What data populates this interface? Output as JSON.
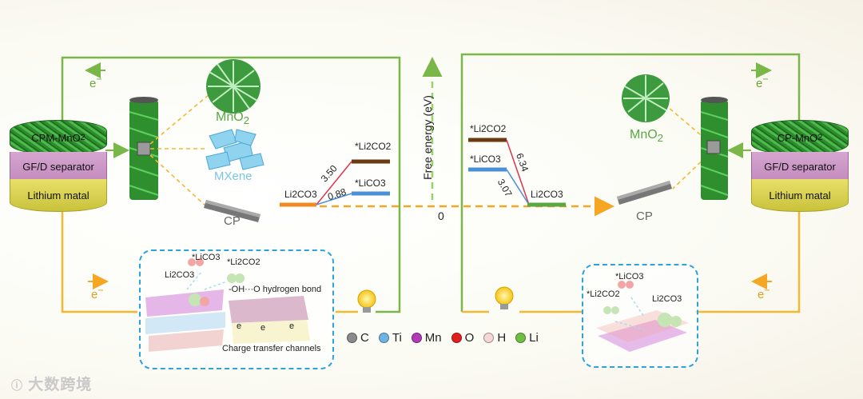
{
  "left_cell": {
    "cathode_label": "CPM-MnO",
    "cathode_sub": "2",
    "separator_label": "GF/D separator",
    "anode_label": "Lithium matal",
    "electron_top": "e",
    "electron_bottom": "e",
    "mno2_label": "MnO",
    "mno2_sub": "2",
    "mxene_label": "MXene",
    "cp_label": "CP"
  },
  "right_cell": {
    "cathode_label": "CP-MnO",
    "cathode_sub": "2",
    "separator_label": "GF/D separator",
    "anode_label": "Lithium matal",
    "electron_top": "e",
    "electron_bottom": "e",
    "mno2_label": "MnO",
    "mno2_sub": "2",
    "cp_label": "CP"
  },
  "energy_axis": {
    "label": "Free energy (eV)",
    "zero": "0"
  },
  "energy_left": {
    "start": "Li2CO3",
    "val_high": "3.50",
    "val_low": "0.88",
    "prod_high": "*Li2CO2",
    "prod_low": "*LiCO3"
  },
  "energy_right": {
    "end": "Li2CO3",
    "val_high": "6.34",
    "val_low": "3.07",
    "prod_high": "*Li2CO2",
    "prod_low": "*LiCO3"
  },
  "inset_left": {
    "l_a": "*LiCO3",
    "l_b": "*Li2CO2",
    "l_c": "Li2CO3",
    "hbond": "-OH···O hydrogen bond",
    "charge": "Charge transfer channels",
    "e1": "e",
    "e2": "e",
    "e3": "e"
  },
  "inset_right": {
    "l_a": "*LiCO3",
    "l_b": "*Li2CO2",
    "l_c": "Li2CO3"
  },
  "legend": [
    {
      "symbol": "C",
      "color": "#8a8a8a"
    },
    {
      "symbol": "Ti",
      "color": "#6fb3e3"
    },
    {
      "symbol": "Mn",
      "color": "#b03ab8"
    },
    {
      "symbol": "O",
      "color": "#e02020"
    },
    {
      "symbol": "H",
      "color": "#f3d6d6"
    },
    {
      "symbol": "Li",
      "color": "#6fbe44"
    }
  ],
  "watermark": "大数跨境",
  "colors": {
    "circuit_green": "#7ab648",
    "circuit_yellow": "#f5b731",
    "dash_orange": "#f5a623",
    "red_line": "#e2334a",
    "blue_line": "#4b8fd8",
    "brown_bar": "#6b3a12",
    "blue_bar": "#4a90d9",
    "orange_bar": "#f08a24",
    "green_bar": "#5aa843"
  }
}
